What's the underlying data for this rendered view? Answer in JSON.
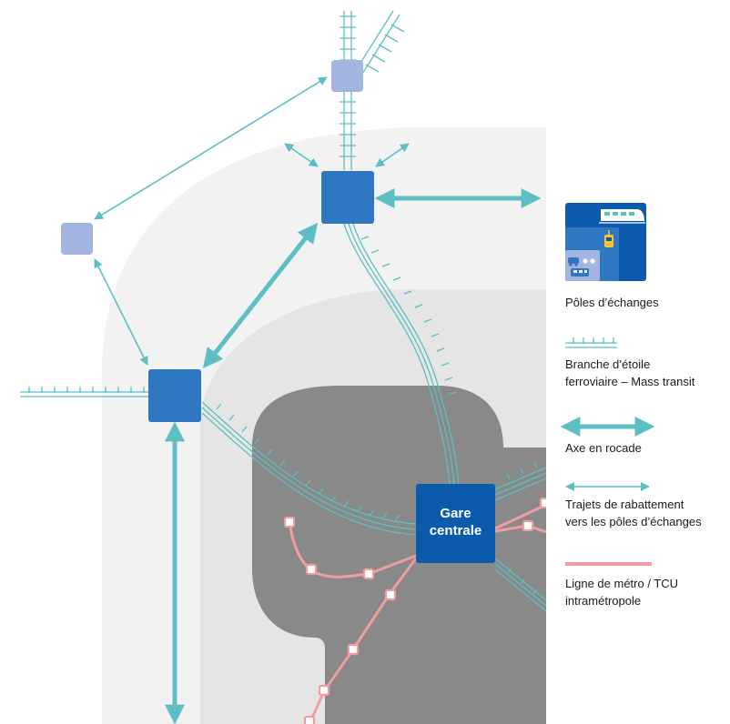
{
  "central_station": {
    "line1": "Gare",
    "line2": "centrale"
  },
  "legend": {
    "interchange_hubs": "Pôles d’échanges",
    "rail_branch": {
      "line1": "Branche d’étoile",
      "line2": "ferroviaire – Mass transit"
    },
    "ring_axis": "Axe en rocade",
    "feeder_routes": {
      "line1": "Trajets de rabattement",
      "line2": "vers les pôles d’échanges"
    },
    "metro_line": {
      "line1": "Ligne de métro / TCU",
      "line2": "intramétropole"
    }
  },
  "colors": {
    "hub_major": "#3077c2",
    "hub_minor": "#a3b4e0",
    "central_station": "#0b5aac",
    "rail": "#5dbfc4",
    "metro": "#ef9ea0",
    "outer_zone": "#f2f2f2",
    "inner_zone": "#e5e5e5",
    "core_zone": "#898989"
  },
  "icons": [
    "train-icon",
    "tram-icon",
    "bus-icon",
    "car-icon"
  ]
}
